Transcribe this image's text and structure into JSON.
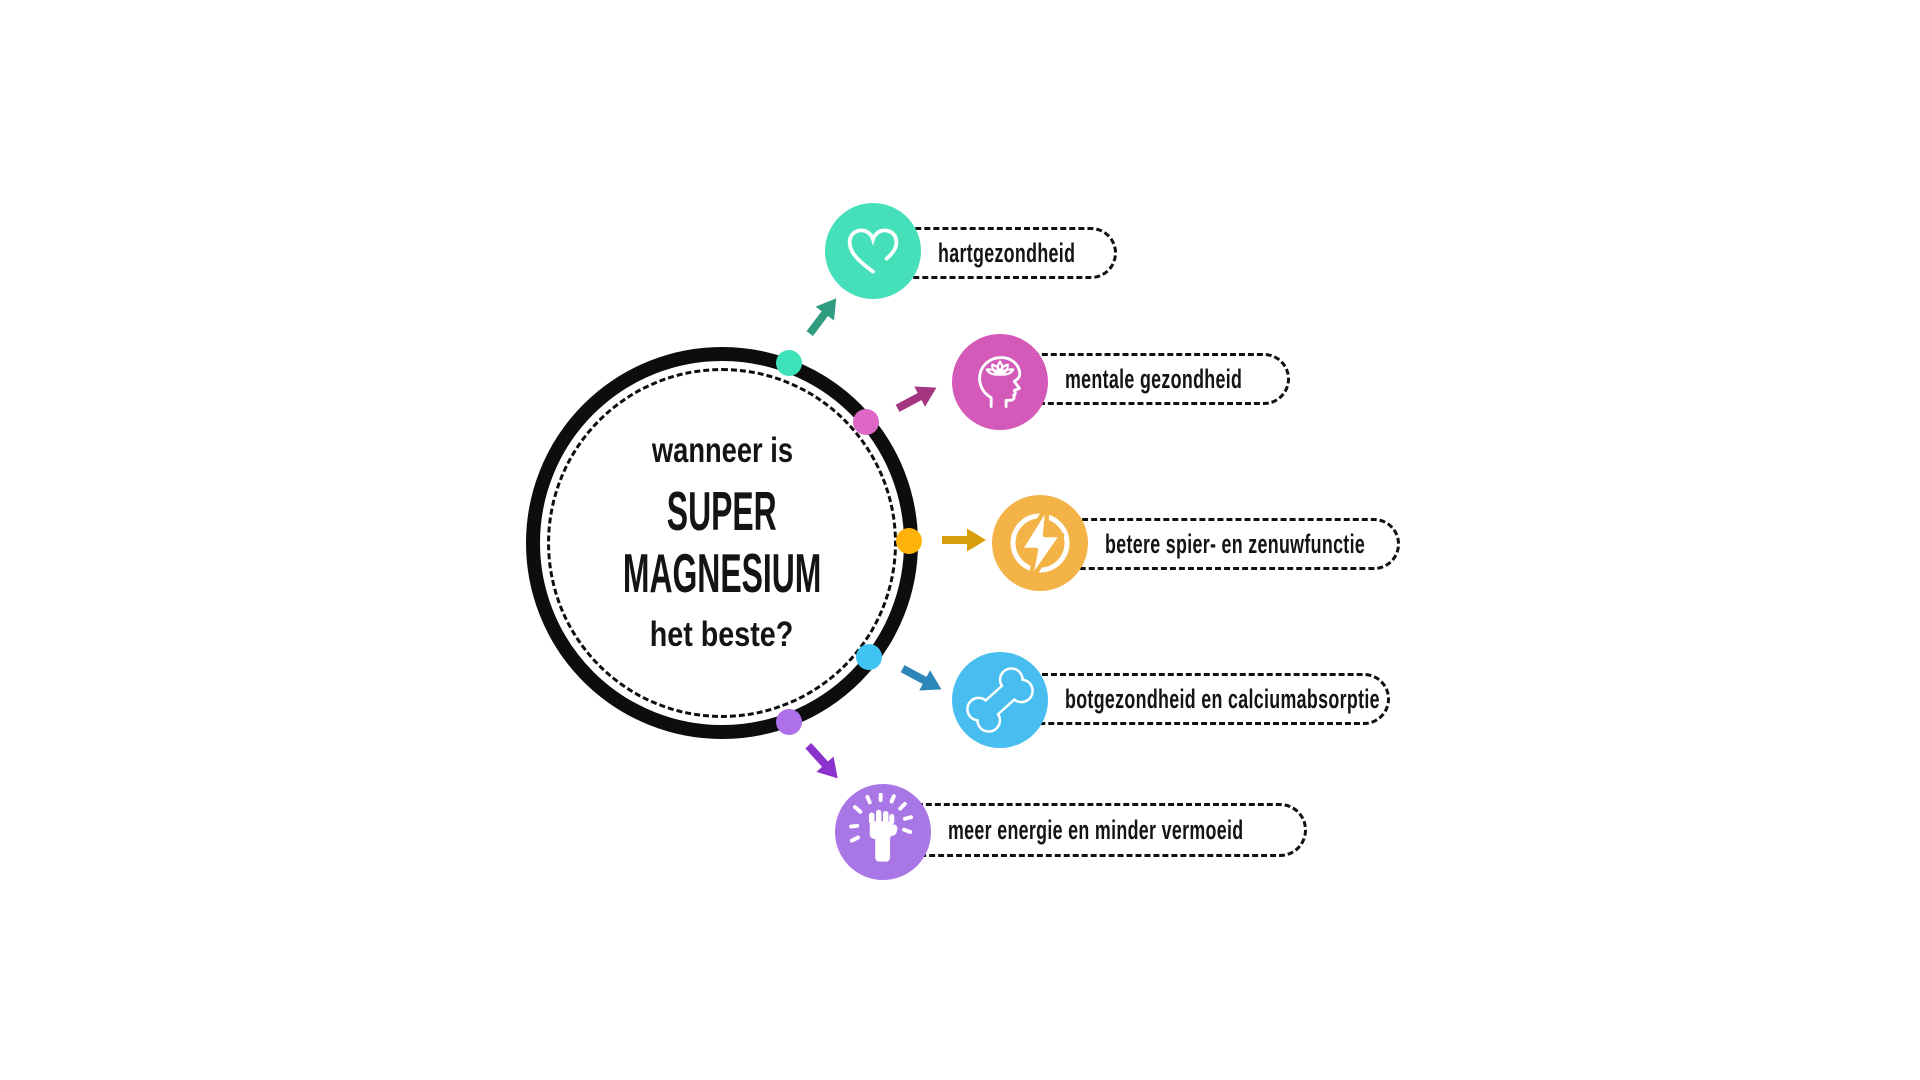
{
  "background": "#ffffff",
  "ink_color": "#0d0d0d",
  "center": {
    "intro": "wanneer is",
    "title_line1": "SUPER",
    "title_line2": "MAGNESIUM",
    "outro": "het beste?"
  },
  "branches": [
    {
      "label": "hartgezondheid",
      "icon": "heart-icon",
      "circle_color": "#45E0BA",
      "dot_color": "#3EE2B8",
      "arrow_color": "#2F9C80"
    },
    {
      "label": "mentale gezondheid",
      "icon": "lotus-head-icon",
      "circle_color": "#D35AB8",
      "dot_color": "#DD66C6",
      "arrow_color": "#A4357F"
    },
    {
      "label": "betere spier- en zenuwfunctie",
      "icon": "lightning-bolt-icon",
      "circle_color": "#F4B347",
      "dot_color": "#FFB30A",
      "arrow_color": "#D99E0B"
    },
    {
      "label": "botgezondheid en calciumabsorptie",
      "icon": "bone-icon",
      "circle_color": "#47BEEF",
      "dot_color": "#3FC3F2",
      "arrow_color": "#2C86B8"
    },
    {
      "label": "meer energie en minder vermoeid",
      "icon": "fist-icon",
      "circle_color": "#A976E6",
      "dot_color": "#AE70E9",
      "arrow_color": "#8C33CE"
    }
  ]
}
